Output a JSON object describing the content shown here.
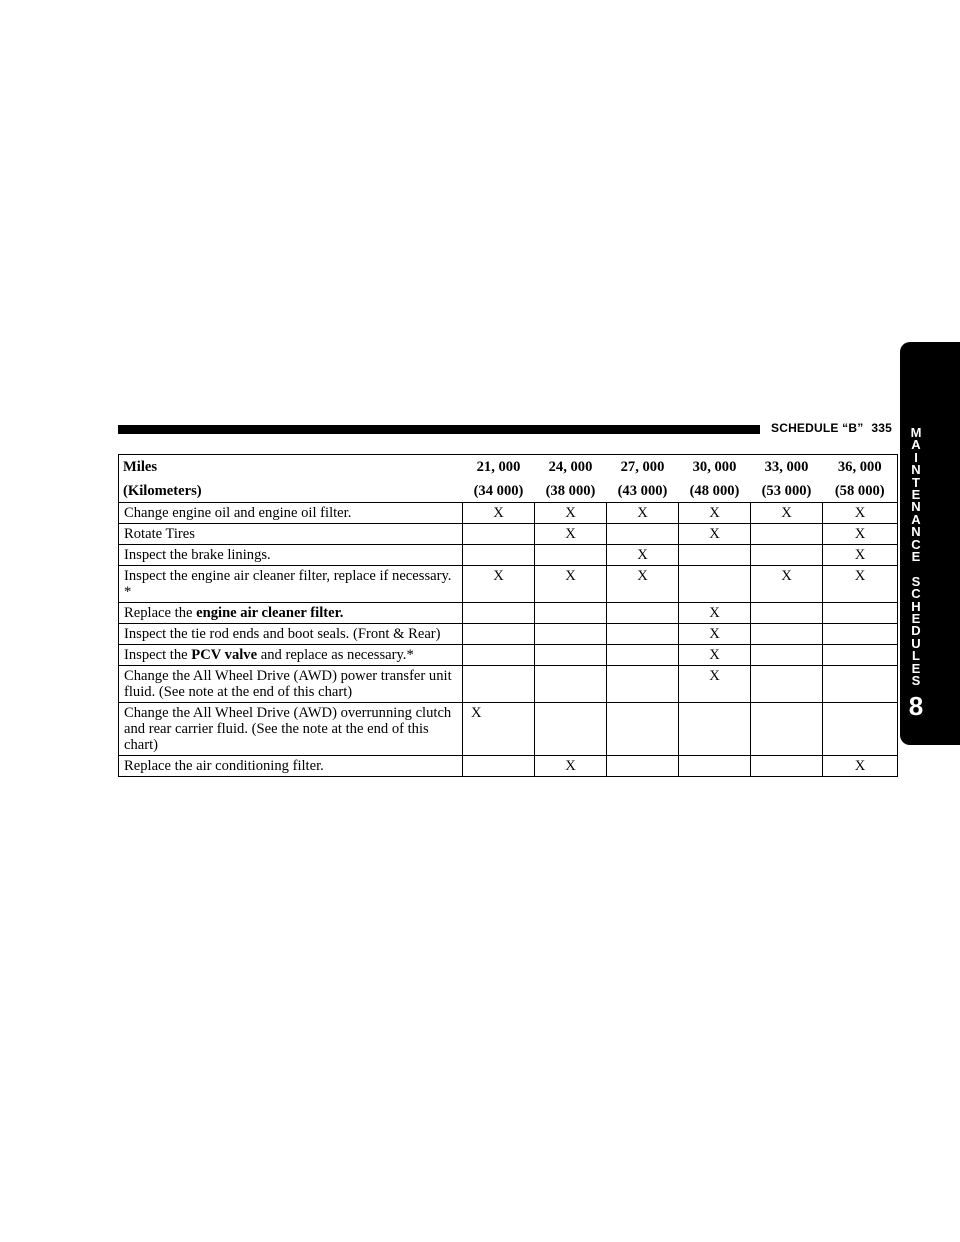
{
  "header": {
    "title": "SCHEDULE “B”",
    "page_number": "335"
  },
  "side_tab": {
    "letters": [
      "M",
      "A",
      "I",
      "N",
      "T",
      "E",
      "N",
      "A",
      "N",
      "C",
      "E",
      "",
      "S",
      "C",
      "H",
      "E",
      "D",
      "U",
      "L",
      "E",
      "S"
    ],
    "chapter_number": "8"
  },
  "table": {
    "header": {
      "label_line1": "Miles",
      "label_line2": "(Kilometers)",
      "columns": [
        {
          "miles": "21, 000",
          "km": "(34 000)"
        },
        {
          "miles": "24, 000",
          "km": "(38 000)"
        },
        {
          "miles": "27, 000",
          "km": "(43 000)"
        },
        {
          "miles": "30, 000",
          "km": "(48 000)"
        },
        {
          "miles": "33, 000",
          "km": "(53 000)"
        },
        {
          "miles": "36, 000",
          "km": "(58 000)"
        }
      ]
    },
    "rows": [
      {
        "pre": "Change engine oil and engine oil filter.",
        "bold": "",
        "post": "",
        "marks": [
          "X",
          "X",
          "X",
          "X",
          "X",
          "X"
        ]
      },
      {
        "pre": "Rotate Tires",
        "bold": "",
        "post": "",
        "marks": [
          "",
          "X",
          "",
          "X",
          "",
          "X"
        ]
      },
      {
        "pre": "Inspect the brake linings.",
        "bold": "",
        "post": "",
        "marks": [
          "",
          "",
          "X",
          "",
          "",
          "X"
        ]
      },
      {
        "pre": "Inspect the engine air cleaner filter, replace if necessary. *",
        "bold": "",
        "post": "",
        "marks": [
          "X",
          "X",
          "X",
          "",
          "X",
          "X"
        ]
      },
      {
        "pre": "Replace the ",
        "bold": "engine air cleaner filter.",
        "post": "",
        "marks": [
          "",
          "",
          "",
          "X",
          "",
          ""
        ]
      },
      {
        "pre": "Inspect the tie rod ends and boot seals. (Front & Rear)",
        "bold": "",
        "post": "",
        "marks": [
          "",
          "",
          "",
          "X",
          "",
          ""
        ]
      },
      {
        "pre": "Inspect the ",
        "bold": "PCV valve",
        "post": " and replace as necessary.*",
        "marks": [
          "",
          "",
          "",
          "X",
          "",
          ""
        ]
      },
      {
        "pre": "Change the All Wheel Drive (AWD) power transfer unit fluid. (See note at the end of this chart)",
        "bold": "",
        "post": "",
        "marks": [
          "",
          "",
          "",
          "X",
          "",
          ""
        ]
      },
      {
        "pre": "Change the All Wheel Drive (AWD) overrunning clutch and rear carrier fluid. (See the note at the end of this chart)",
        "bold": "",
        "post": "",
        "marks": [
          "X",
          "",
          "",
          "",
          "",
          ""
        ]
      },
      {
        "pre": "Replace the air conditioning filter.",
        "bold": "",
        "post": "",
        "marks": [
          "",
          "X",
          "",
          "",
          "",
          "X"
        ]
      }
    ]
  }
}
